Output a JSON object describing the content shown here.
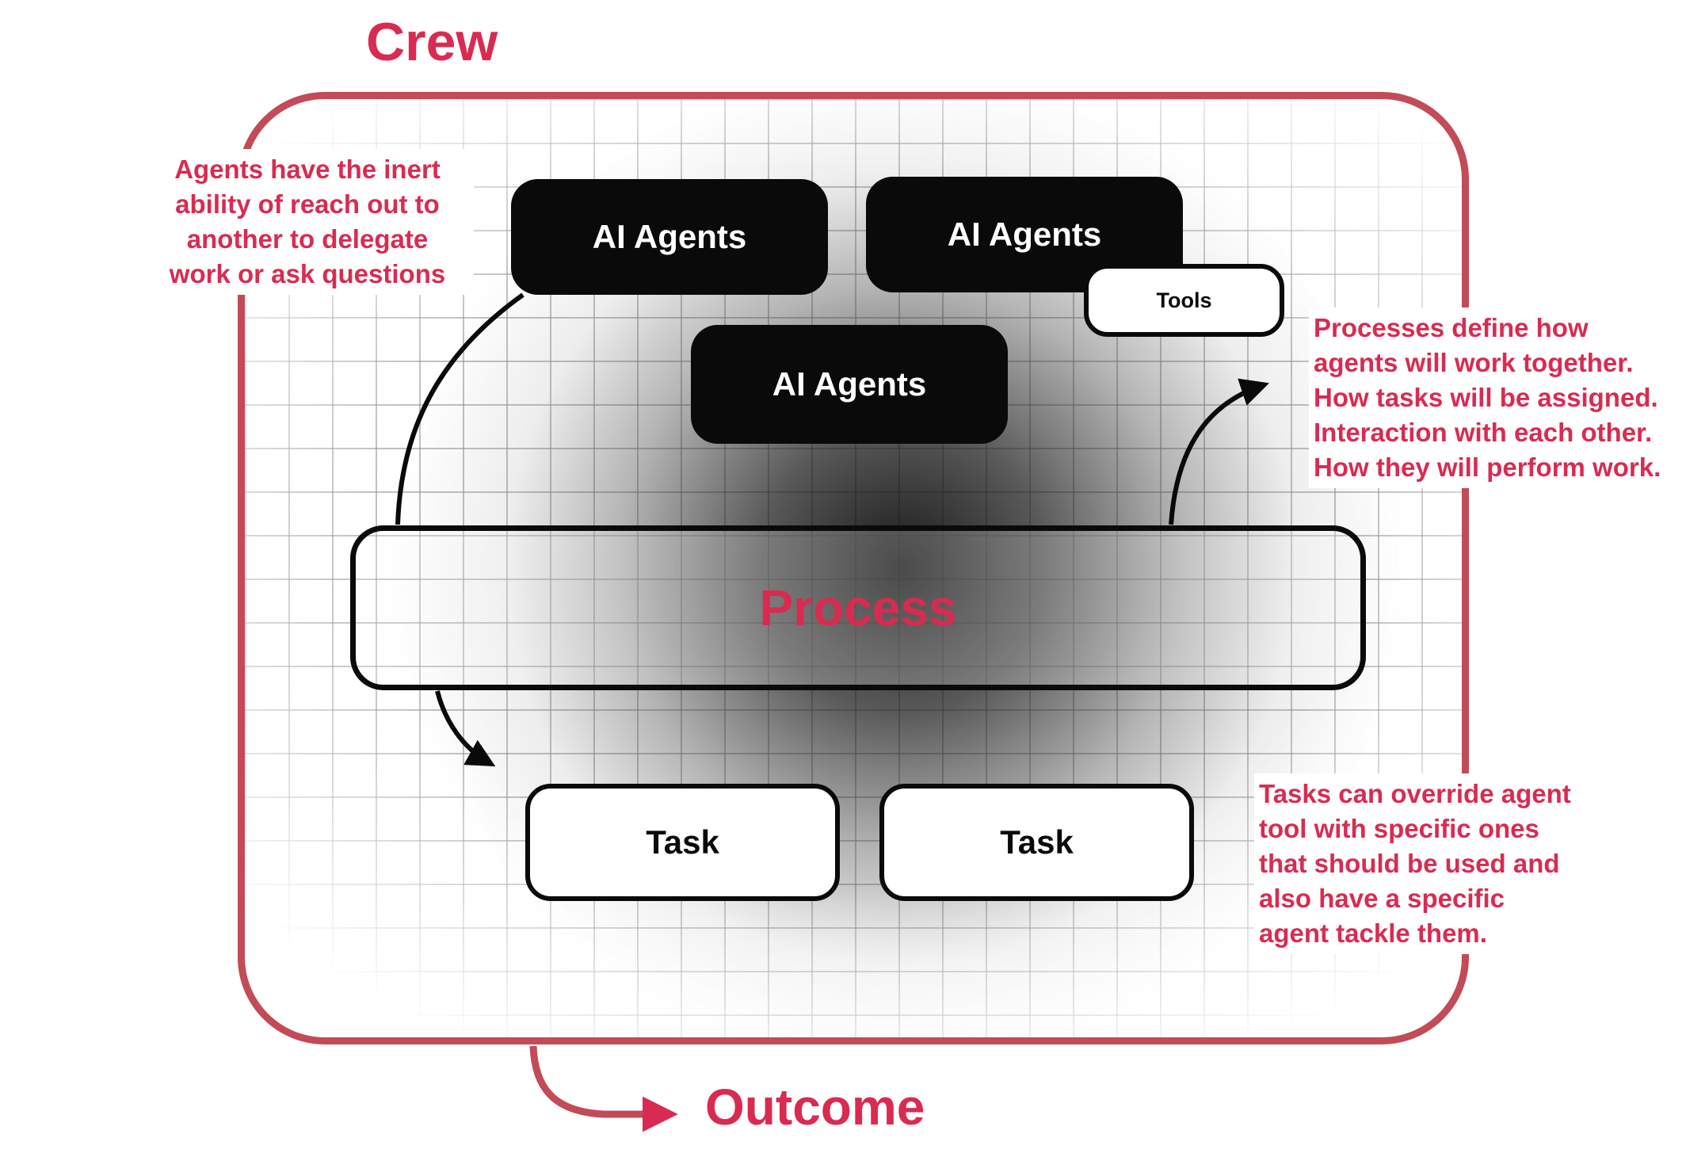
{
  "diagram": {
    "title": "Crew",
    "outcome_label": "Outcome",
    "nodes": {
      "ai_agent_1": "AI Agents",
      "ai_agent_2": "AI Agents",
      "ai_agent_3": "AI Agents",
      "tools": "Tools",
      "process": "Process",
      "task_1": "Task",
      "task_2": "Task"
    },
    "annotations": {
      "left_lines": [
        "Agents have the inert",
        "ability of reach out to",
        "another to delegate",
        "work or ask questions"
      ],
      "right_top_lines": [
        "Processes define how",
        "agents will work together.",
        "How tasks will be assigned.",
        "Interaction with each other.",
        "How they will perform work."
      ],
      "right_bottom_lines": [
        "Tasks can override agent",
        "tool with specific ones",
        "that should be used and",
        "also have a specific",
        "agent tackle them."
      ]
    },
    "colors": {
      "accent": "#D92B51",
      "boundary": "#C24B57",
      "node_black": "#0A0A0A",
      "grid_line": "#8C8C8C"
    }
  }
}
